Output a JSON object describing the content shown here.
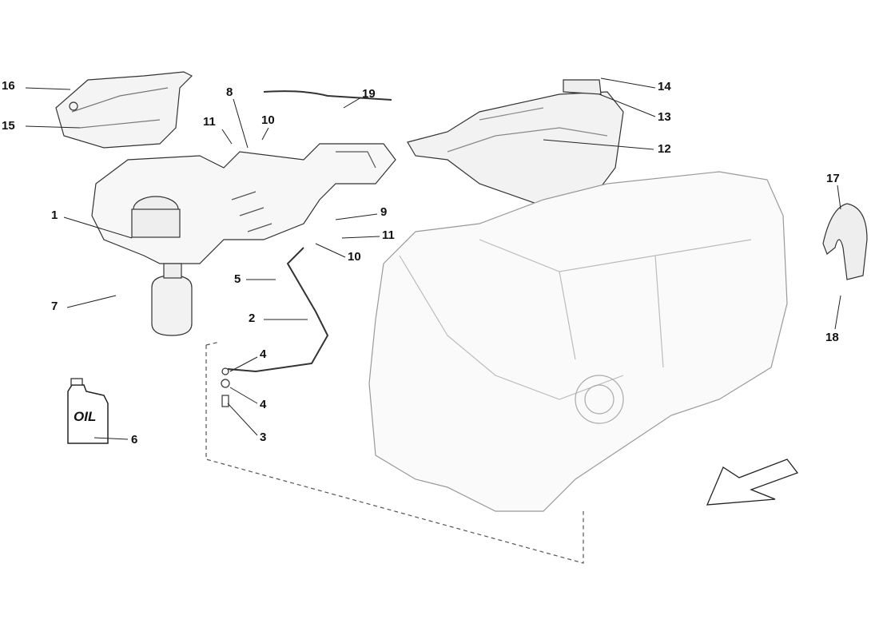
{
  "diagram": {
    "oil_can_label": "OIL",
    "callouts": [
      {
        "id": "c16",
        "label": "16"
      },
      {
        "id": "c15",
        "label": "15"
      },
      {
        "id": "c8",
        "label": "8"
      },
      {
        "id": "c19",
        "label": "19"
      },
      {
        "id": "c11a",
        "label": "11"
      },
      {
        "id": "c10a",
        "label": "10"
      },
      {
        "id": "c14",
        "label": "14"
      },
      {
        "id": "c13",
        "label": "13"
      },
      {
        "id": "c12",
        "label": "12"
      },
      {
        "id": "c17",
        "label": "17"
      },
      {
        "id": "c1",
        "label": "1"
      },
      {
        "id": "c9",
        "label": "9"
      },
      {
        "id": "c11b",
        "label": "11"
      },
      {
        "id": "c10b",
        "label": "10"
      },
      {
        "id": "c5",
        "label": "5"
      },
      {
        "id": "c7",
        "label": "7"
      },
      {
        "id": "c2",
        "label": "2"
      },
      {
        "id": "c4a",
        "label": "4"
      },
      {
        "id": "c4b",
        "label": "4"
      },
      {
        "id": "c3",
        "label": "3"
      },
      {
        "id": "c6",
        "label": "6"
      },
      {
        "id": "c18",
        "label": "18"
      }
    ]
  }
}
